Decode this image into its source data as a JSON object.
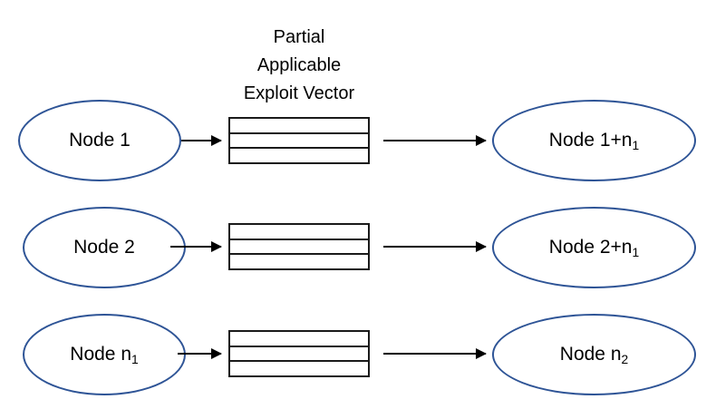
{
  "figure": {
    "caption": "Partial\nApplicable\nExploit Vector",
    "accent_color": "#2E5496",
    "line_color": "#1a1a1a",
    "arrow_color": "#000000",
    "background": "#ffffff"
  },
  "rows": [
    {
      "source_label": "Node 1",
      "target_label_main": "Node 1+n",
      "target_label_sub": "1",
      "vector_rows": 3
    },
    {
      "source_label": "Node 2",
      "target_label_main": "Node 2+n",
      "target_label_sub": "1",
      "vector_rows": 3
    },
    {
      "source_label_main": "Node n",
      "source_label_sub": "1",
      "target_label_main": "Node n",
      "target_label_sub": "2",
      "vector_rows": 3
    }
  ]
}
